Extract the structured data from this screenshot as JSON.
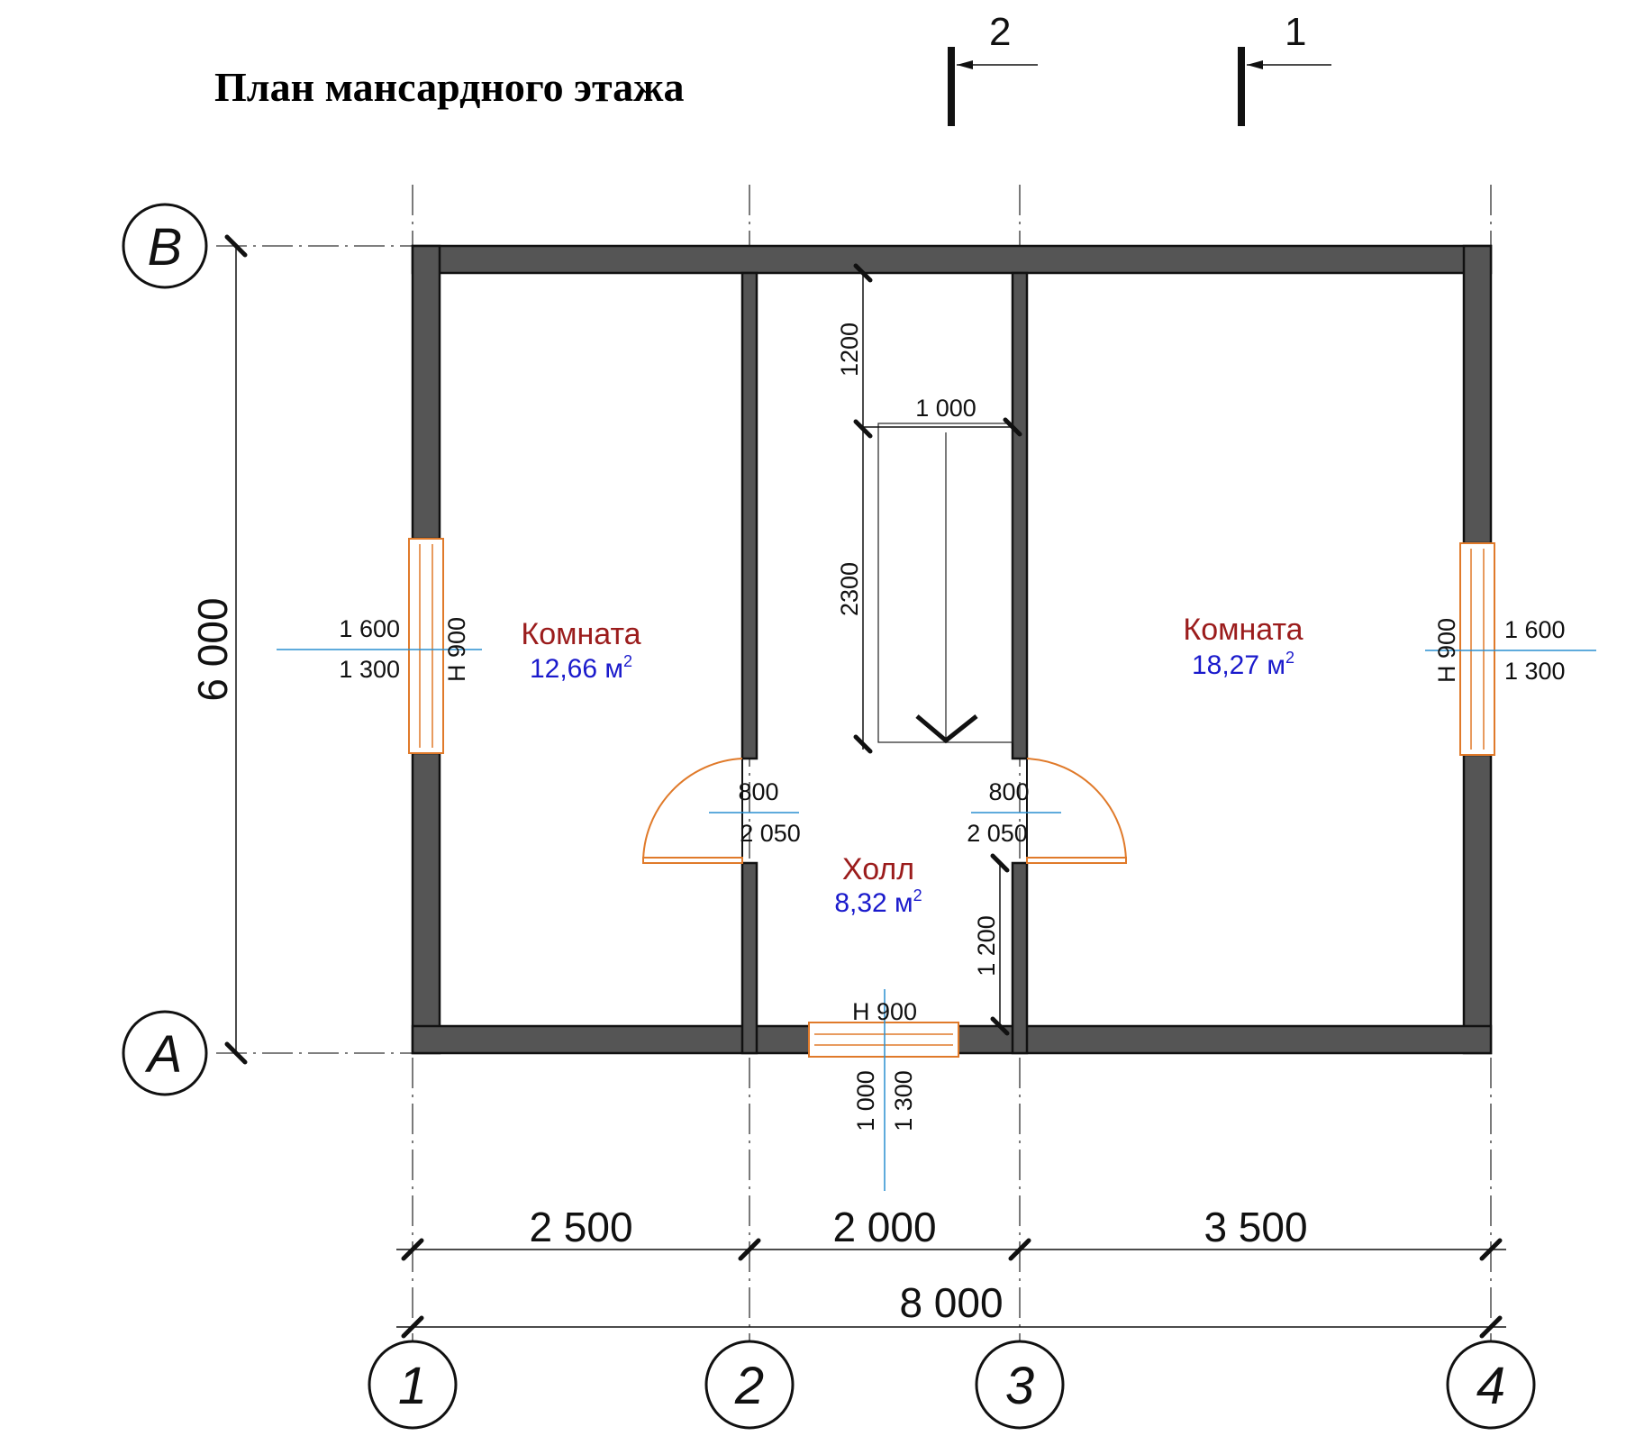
{
  "title": "План мансардного этажа",
  "rooms": {
    "left": {
      "name": "Комната",
      "area": "12,66 м",
      "unit_sup": "2"
    },
    "right": {
      "name": "Комната",
      "area": "18,27 м",
      "unit_sup": "2"
    },
    "hall": {
      "name": "Холл",
      "area": "8,32 м",
      "unit_sup": "2"
    }
  },
  "axes": {
    "columns": [
      "1",
      "2",
      "3",
      "4"
    ],
    "rows": [
      "В",
      "А"
    ]
  },
  "sections": [
    "2",
    "1"
  ],
  "dimensions": {
    "spans": [
      "2 500",
      "2 000",
      "3 500"
    ],
    "total_width": "8 000",
    "total_depth": "6 000",
    "stair_top": "1200",
    "stair_width": "1 000",
    "stair_length": "2300",
    "hall_side": "1 200"
  },
  "windows": {
    "left": {
      "width": "1 600",
      "height": "1 300",
      "sill": "Н 900"
    },
    "right": {
      "width": "1 600",
      "height": "1 300",
      "sill": "Н 900"
    },
    "bottom": {
      "width": "1 000",
      "height": "1 300",
      "sill": "Н  900"
    }
  },
  "doors": {
    "left": {
      "width": "800",
      "height": "2 050"
    },
    "right": {
      "width": "800",
      "height": "2 050"
    }
  },
  "colors": {
    "wall": "#555555",
    "opening": "#e07a2a",
    "marker_line": "#2a8fd0",
    "room_name": "#9b1c1c",
    "room_area": "#1a1acc"
  }
}
